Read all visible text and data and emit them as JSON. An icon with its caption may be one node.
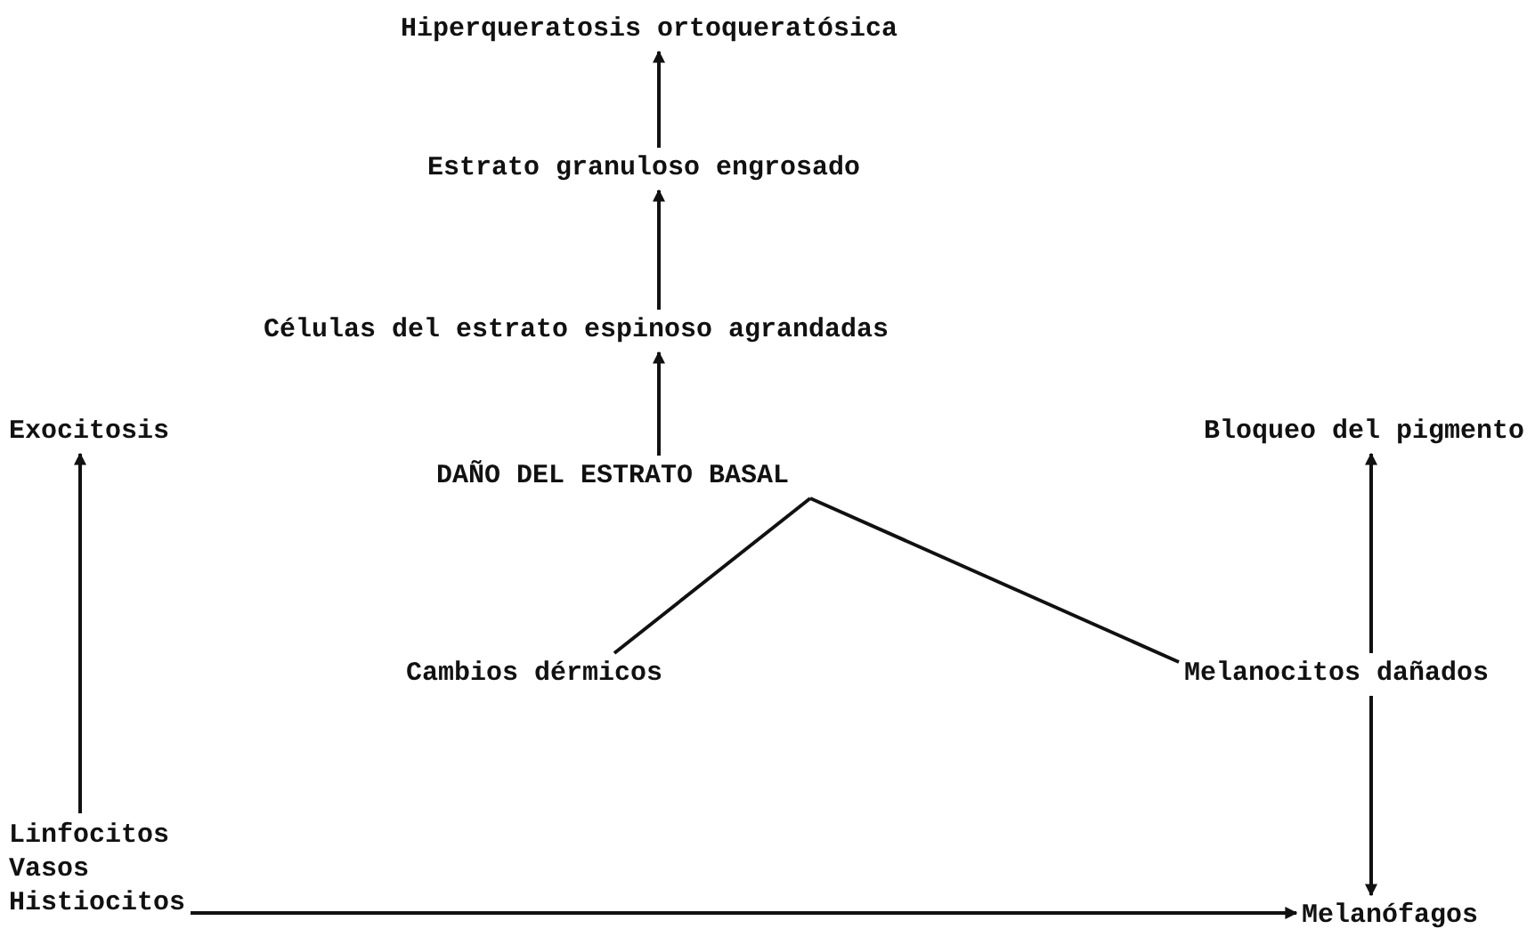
{
  "diagram": {
    "nodes": [
      {
        "text": [
          "Hiperqueratosis ortoqueratósica"
        ]
      },
      {
        "text": [
          "Estrato granuloso engrosado"
        ]
      },
      {
        "text": [
          "Células del estrato espinoso agrandadas"
        ]
      },
      {
        "text": [
          "Exocitosis"
        ]
      },
      {
        "text": [
          "DAÑO DEL ESTRATO BASAL"
        ]
      },
      {
        "text": [
          "Bloqueo del pigmento"
        ]
      },
      {
        "text": [
          "Cambios dérmicos"
        ]
      },
      {
        "text": [
          "Melanocitos dañados"
        ]
      },
      {
        "text": [
          "Linfocitos Vasos Histiocitos"
        ]
      },
      {
        "text": [
          "Melanófagos"
        ]
      }
    ],
    "edges": [
      {
        "from": 1,
        "to": 0,
        "arrow": "to"
      },
      {
        "from": 2,
        "to": 1,
        "arrow": "to"
      },
      {
        "from": 4,
        "to": 2,
        "arrow": "to"
      },
      {
        "from": 4,
        "to": 6,
        "arrow": "none"
      },
      {
        "from": 4,
        "to": 7,
        "arrow": "none"
      },
      {
        "from": 7,
        "to": 5,
        "arrow": "to"
      },
      {
        "from": 7,
        "to": 9,
        "arrow": "to"
      },
      {
        "from": 8,
        "to": 3,
        "arrow": "to"
      },
      {
        "from": 8,
        "to": 9,
        "arrow": "to"
      }
    ]
  }
}
